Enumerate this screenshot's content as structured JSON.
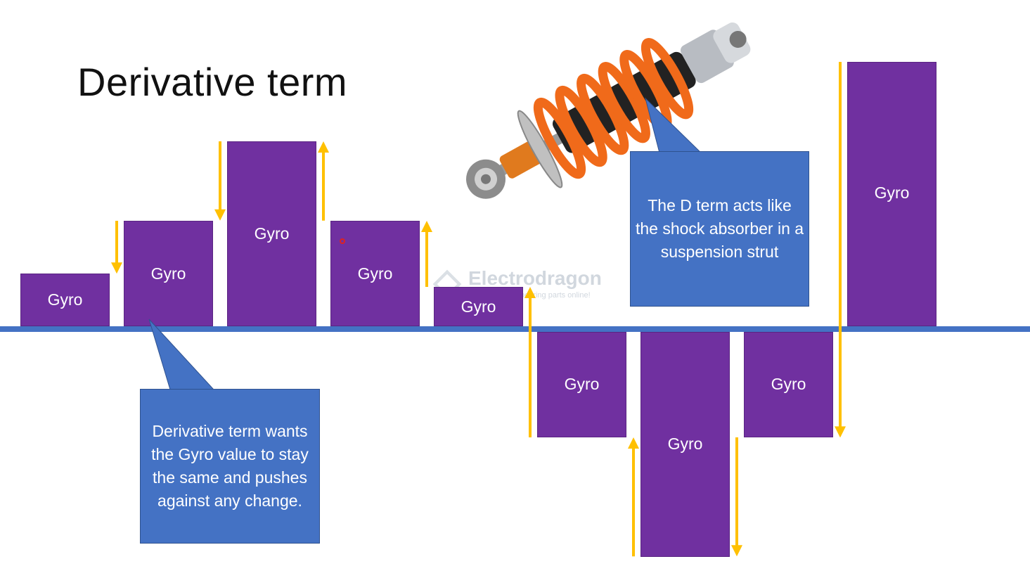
{
  "slide": {
    "title": "Derivative term",
    "bar_label": "Gyro",
    "callout_left": "Derivative term wants the Gyro value to stay the same and pushes against any change.",
    "callout_right": "The D term acts like the shock absorber in a suspension strut",
    "watermark": {
      "name": "Electrodragon",
      "tagline": "Millions of Engineering parts online!"
    }
  },
  "colors": {
    "bar": "#7030a0",
    "baseline": "#4472c4",
    "callout": "#4472c4",
    "arrow": "#ffc000"
  },
  "bars": [
    {
      "value": 2,
      "label": "Gyro"
    },
    {
      "value": 4,
      "label": "Gyro"
    },
    {
      "value": 7,
      "label": "Gyro"
    },
    {
      "value": 4,
      "label": "Gyro"
    },
    {
      "value": 1.5,
      "label": "Gyro"
    },
    {
      "value": -4,
      "label": "Gyro"
    },
    {
      "value": -8.5,
      "label": "Gyro"
    },
    {
      "value": -4,
      "label": "Gyro"
    },
    {
      "value": 10,
      "label": "Gyro"
    }
  ],
  "arrows": [
    {
      "between": "bar-1/bar-2",
      "direction": "down"
    },
    {
      "between": "bar-2/bar-3",
      "direction": "down"
    },
    {
      "between": "bar-3/bar-4",
      "direction": "up"
    },
    {
      "between": "bar-4/bar-5",
      "direction": "up"
    },
    {
      "between": "bar-5/bar-6",
      "direction": "up"
    },
    {
      "between": "bar-6/bar-7",
      "direction": "up"
    },
    {
      "between": "bar-7/bar-8",
      "direction": "down"
    },
    {
      "between": "bar-8/bar-9",
      "direction": "down"
    }
  ],
  "icons": [
    "shock-absorber-icon",
    "electrodragon-logo-icon",
    "up-arrow-icon",
    "down-arrow-icon"
  ]
}
